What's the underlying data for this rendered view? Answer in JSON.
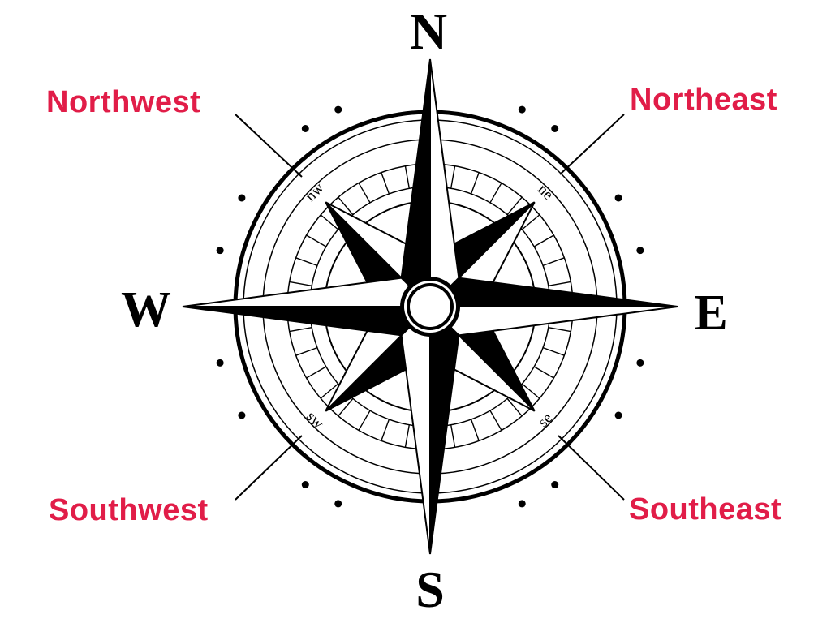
{
  "cardinals": {
    "north": "N",
    "south": "S",
    "east": "E",
    "west": "W"
  },
  "intercardinal_abbr": {
    "ne": "ne",
    "nw": "nw",
    "se": "se",
    "sw": "sw"
  },
  "callouts": {
    "northwest": "Northwest",
    "northeast": "Northeast",
    "southwest": "Southwest",
    "southeast": "Southeast"
  },
  "colors": {
    "callout_text": "#e11d48",
    "ink": "#000000",
    "background": "#ffffff"
  }
}
